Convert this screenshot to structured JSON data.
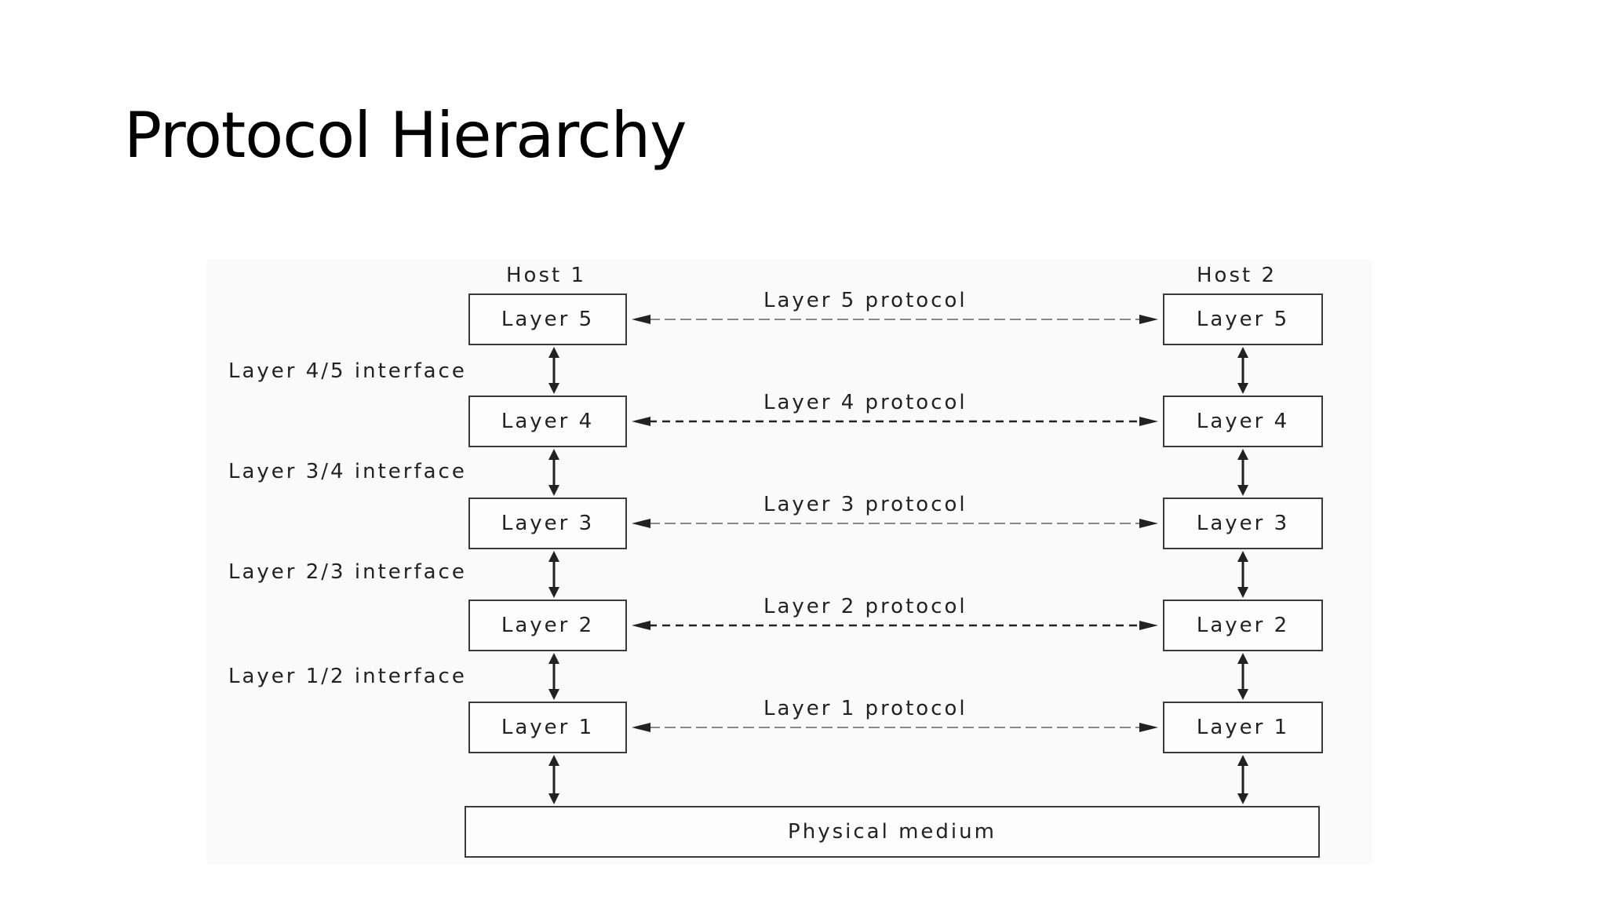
{
  "slide": {
    "title": "Protocol Hierarchy"
  },
  "diagram": {
    "hosts": {
      "left": "Host 1",
      "right": "Host 2"
    },
    "layers": [
      {
        "label": "Layer 5",
        "protocol": "Layer 5 protocol",
        "protocol_line": "light"
      },
      {
        "label": "Layer 4",
        "protocol": "Layer 4 protocol",
        "protocol_line": "dark"
      },
      {
        "label": "Layer 3",
        "protocol": "Layer 3 protocol",
        "protocol_line": "light"
      },
      {
        "label": "Layer 2",
        "protocol": "Layer 2 protocol",
        "protocol_line": "dark"
      },
      {
        "label": "Layer 1",
        "protocol": "Layer 1 protocol",
        "protocol_line": "light"
      }
    ],
    "interfaces": [
      "Layer 4/5 interface",
      "Layer 3/4 interface",
      "Layer 2/3 interface",
      "Layer 1/2 interface"
    ],
    "medium": "Physical medium",
    "colors": {
      "line_dark": "#222222",
      "line_light": "#888888",
      "box_border": "#3a3a3a"
    }
  }
}
